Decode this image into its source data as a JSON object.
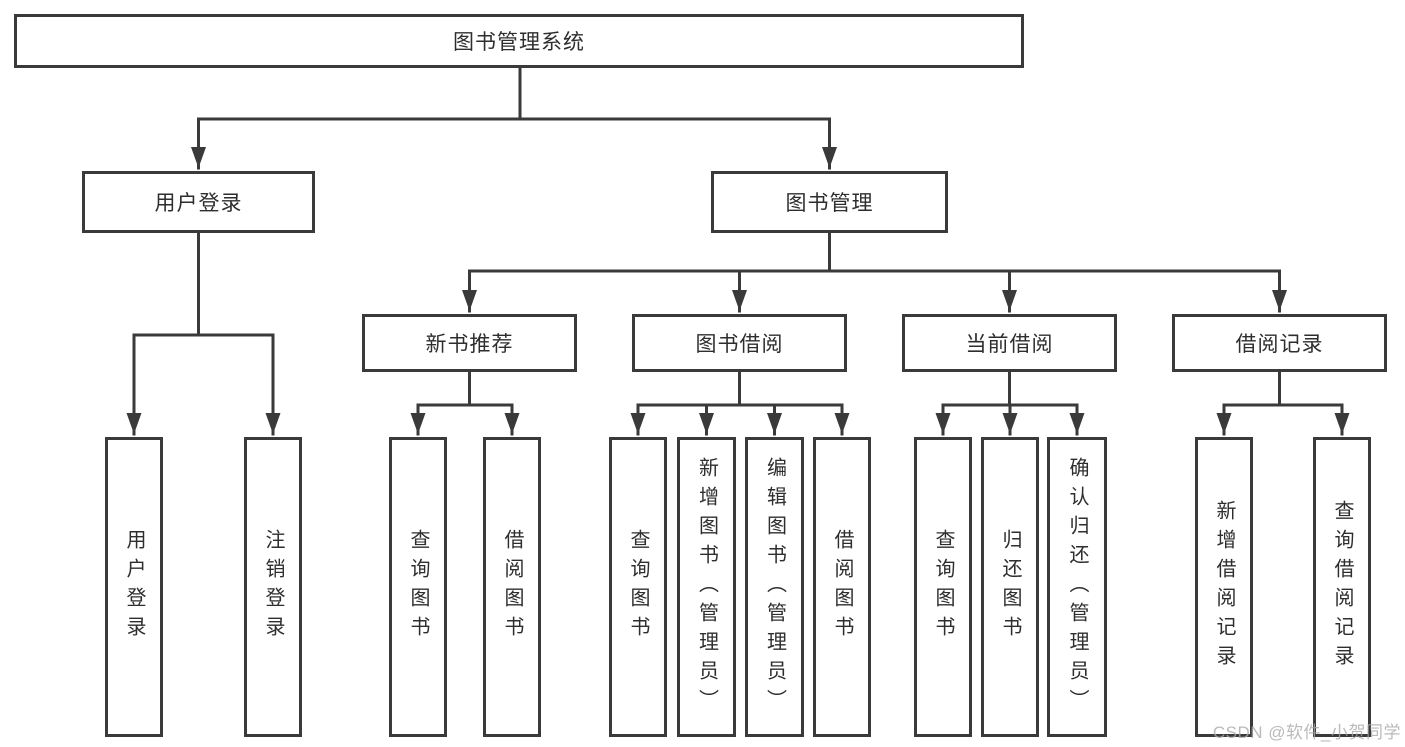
{
  "diagram": {
    "root": "图书管理系统",
    "branches": [
      {
        "label": "用户登录",
        "children": [
          "用户登录",
          "注销登录"
        ]
      },
      {
        "label": "图书管理",
        "children": [
          {
            "label": "新书推荐",
            "children": [
              "查询图书",
              "借阅图书"
            ]
          },
          {
            "label": "图书借阅",
            "children": [
              "查询图书",
              "新增图书（管理员）",
              "编辑图书（管理员）",
              "借阅图书"
            ]
          },
          {
            "label": "当前借阅",
            "children": [
              "查询图书",
              "归还图书",
              "确认归还（管理员）"
            ]
          },
          {
            "label": "借阅记录",
            "children": [
              "新增借阅记录",
              "查询借阅记录"
            ]
          }
        ]
      }
    ]
  },
  "watermark": "CSDN @软件_小贺同学",
  "colors": {
    "line": "#3a3a3a",
    "text": "#2e2e2e",
    "box_fill": "#ffffff",
    "watermark": "#a9a9a9"
  }
}
